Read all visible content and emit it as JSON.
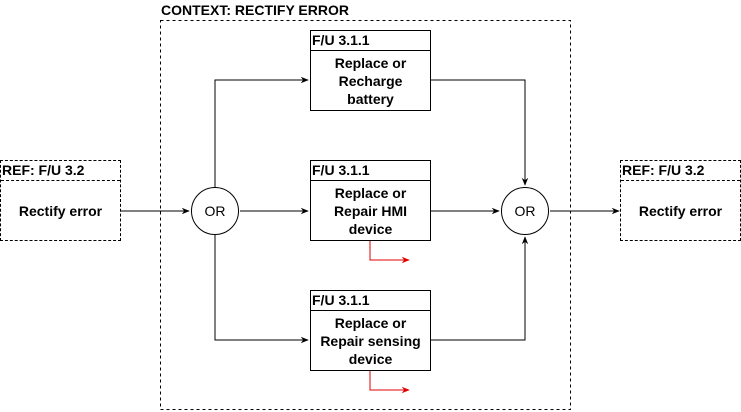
{
  "context": {
    "title": "CONTEXT: RECTIFY ERROR"
  },
  "ref_left": {
    "header": "REF: F/U 3.2",
    "label": "Rectify error"
  },
  "ref_right": {
    "header": "REF: F/U 3.2",
    "label": "Rectify error"
  },
  "gate_left": {
    "label": "OR"
  },
  "gate_right": {
    "label": "OR"
  },
  "functions": [
    {
      "header": "F/U 3.1.1",
      "label": "Replace or Recharge battery"
    },
    {
      "header": "F/U 3.1.1",
      "label": "Replace or Repair HMI device"
    },
    {
      "header": "F/U 3.1.1",
      "label": "Replace or Repair sensing device"
    }
  ],
  "colors": {
    "line": "#000000",
    "error_arrow": "#e00000"
  }
}
